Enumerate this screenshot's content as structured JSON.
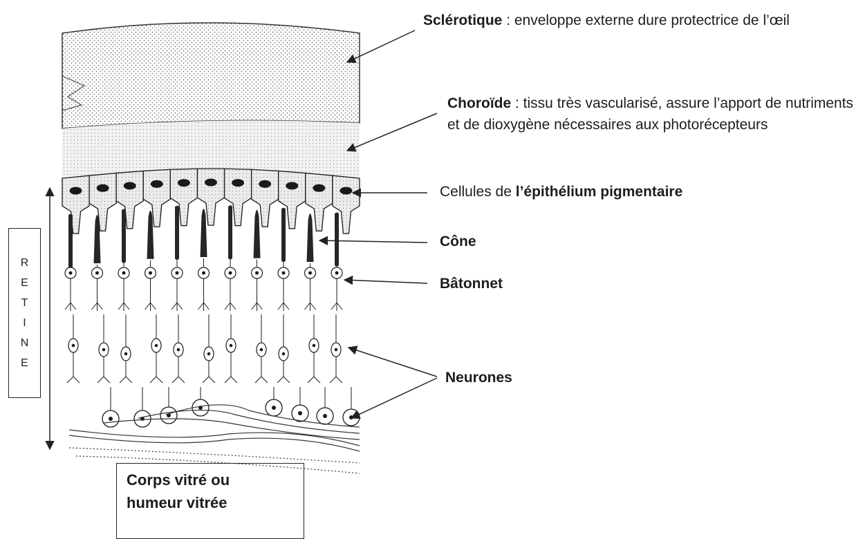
{
  "labels": {
    "sclera": {
      "term": "Sclérotique",
      "desc": " : enveloppe externe dure protectrice de l’œil"
    },
    "choroid": {
      "term": "Choroïde",
      "desc": " : tissu très vascularisé, assure l’apport de nutriments et de dioxygène nécessaires aux photorécepteurs"
    },
    "epithelium": {
      "prefix": "Cellules de ",
      "term": "l’épithélium pigmentaire"
    },
    "cone": "Cône",
    "rod": "Bâtonnet",
    "neurons": "Neurones",
    "retina_letters": [
      "R",
      "E",
      "T",
      "I",
      "N",
      "E"
    ],
    "vitreous": [
      "Corps vitré ou",
      "humeur vitrée"
    ]
  },
  "colors": {
    "ink": "#1a1a1a",
    "sclera_fill": "#e4e4e4",
    "choroid_fill": "#ececec",
    "epithelium_fill": "#e8e8e8",
    "photoreceptor": "#262626"
  }
}
